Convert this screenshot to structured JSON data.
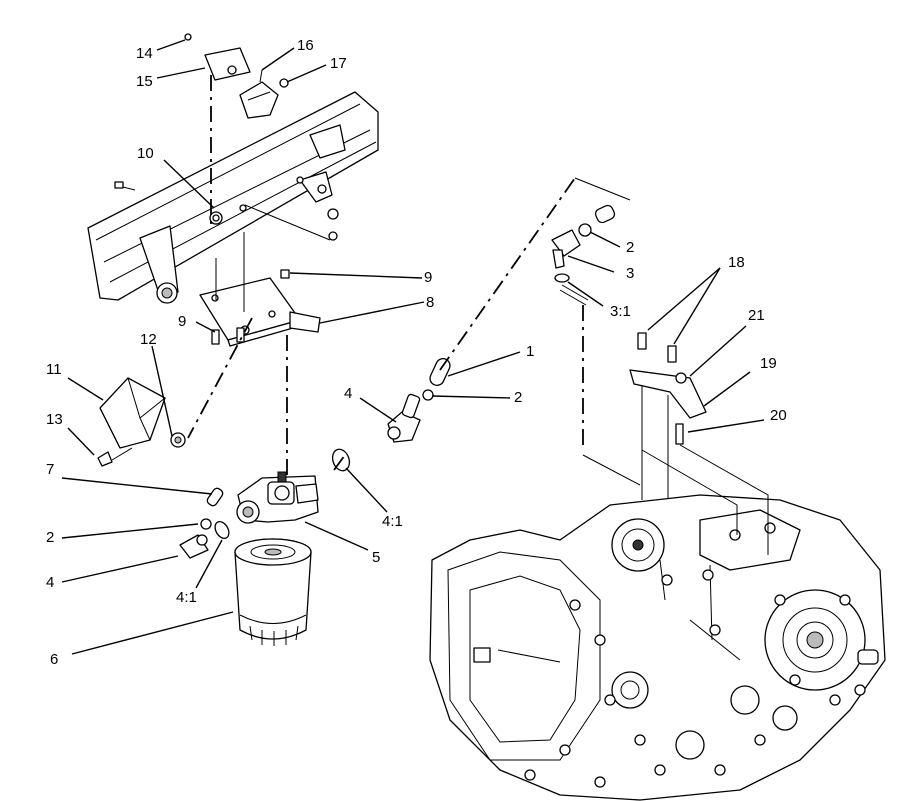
{
  "callouts": [
    {
      "id": "c14",
      "text": "14"
    },
    {
      "id": "c15",
      "text": "15"
    },
    {
      "id": "c16",
      "text": "16"
    },
    {
      "id": "c17",
      "text": "17"
    },
    {
      "id": "c10",
      "text": "10"
    },
    {
      "id": "c9a",
      "text": "9"
    },
    {
      "id": "c8",
      "text": "8"
    },
    {
      "id": "c9b",
      "text": "9"
    },
    {
      "id": "c12",
      "text": "12"
    },
    {
      "id": "c11",
      "text": "11"
    },
    {
      "id": "c13",
      "text": "13"
    },
    {
      "id": "c7",
      "text": "7"
    },
    {
      "id": "c2a",
      "text": "2"
    },
    {
      "id": "c4a",
      "text": "4"
    },
    {
      "id": "c41a",
      "text": "4:1"
    },
    {
      "id": "c6",
      "text": "6"
    },
    {
      "id": "c5",
      "text": "5"
    },
    {
      "id": "c41b",
      "text": "4:1"
    },
    {
      "id": "c4b",
      "text": "4"
    },
    {
      "id": "c2b",
      "text": "2"
    },
    {
      "id": "c1",
      "text": "1"
    },
    {
      "id": "c2c",
      "text": "2"
    },
    {
      "id": "c3",
      "text": "3"
    },
    {
      "id": "c31",
      "text": "3:1"
    },
    {
      "id": "c18",
      "text": "18"
    },
    {
      "id": "c21",
      "text": "21"
    },
    {
      "id": "c19",
      "text": "19"
    },
    {
      "id": "c20",
      "text": "20"
    }
  ]
}
